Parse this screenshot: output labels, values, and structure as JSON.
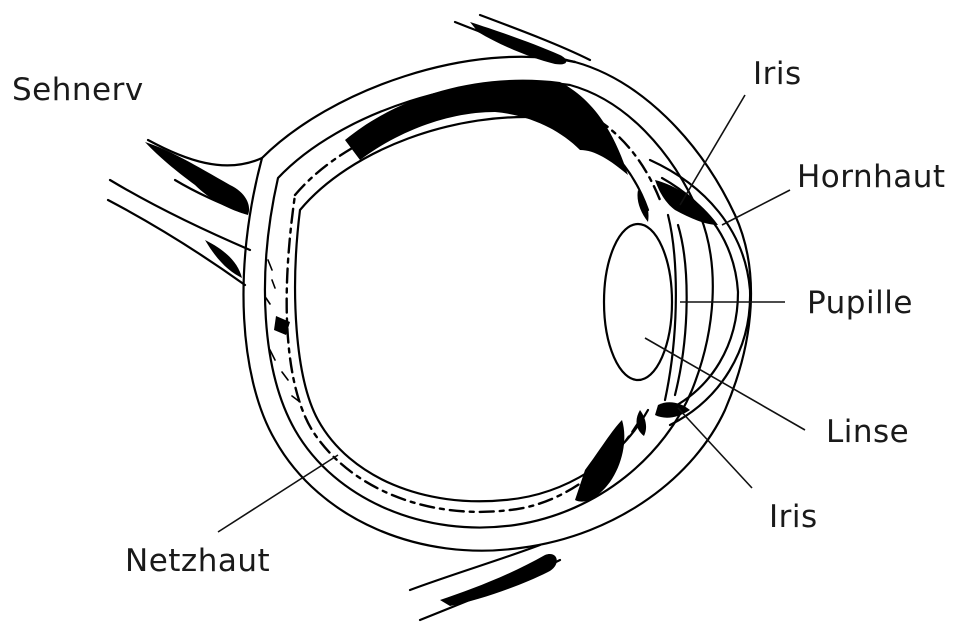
{
  "diagram": {
    "labels": {
      "optic_nerve": "Sehnerv",
      "iris_top": "Iris",
      "cornea": "Hornhaut",
      "pupil": "Pupille",
      "lens": "Linse",
      "iris_bottom": "Iris",
      "retina": "Netzhaut"
    }
  }
}
